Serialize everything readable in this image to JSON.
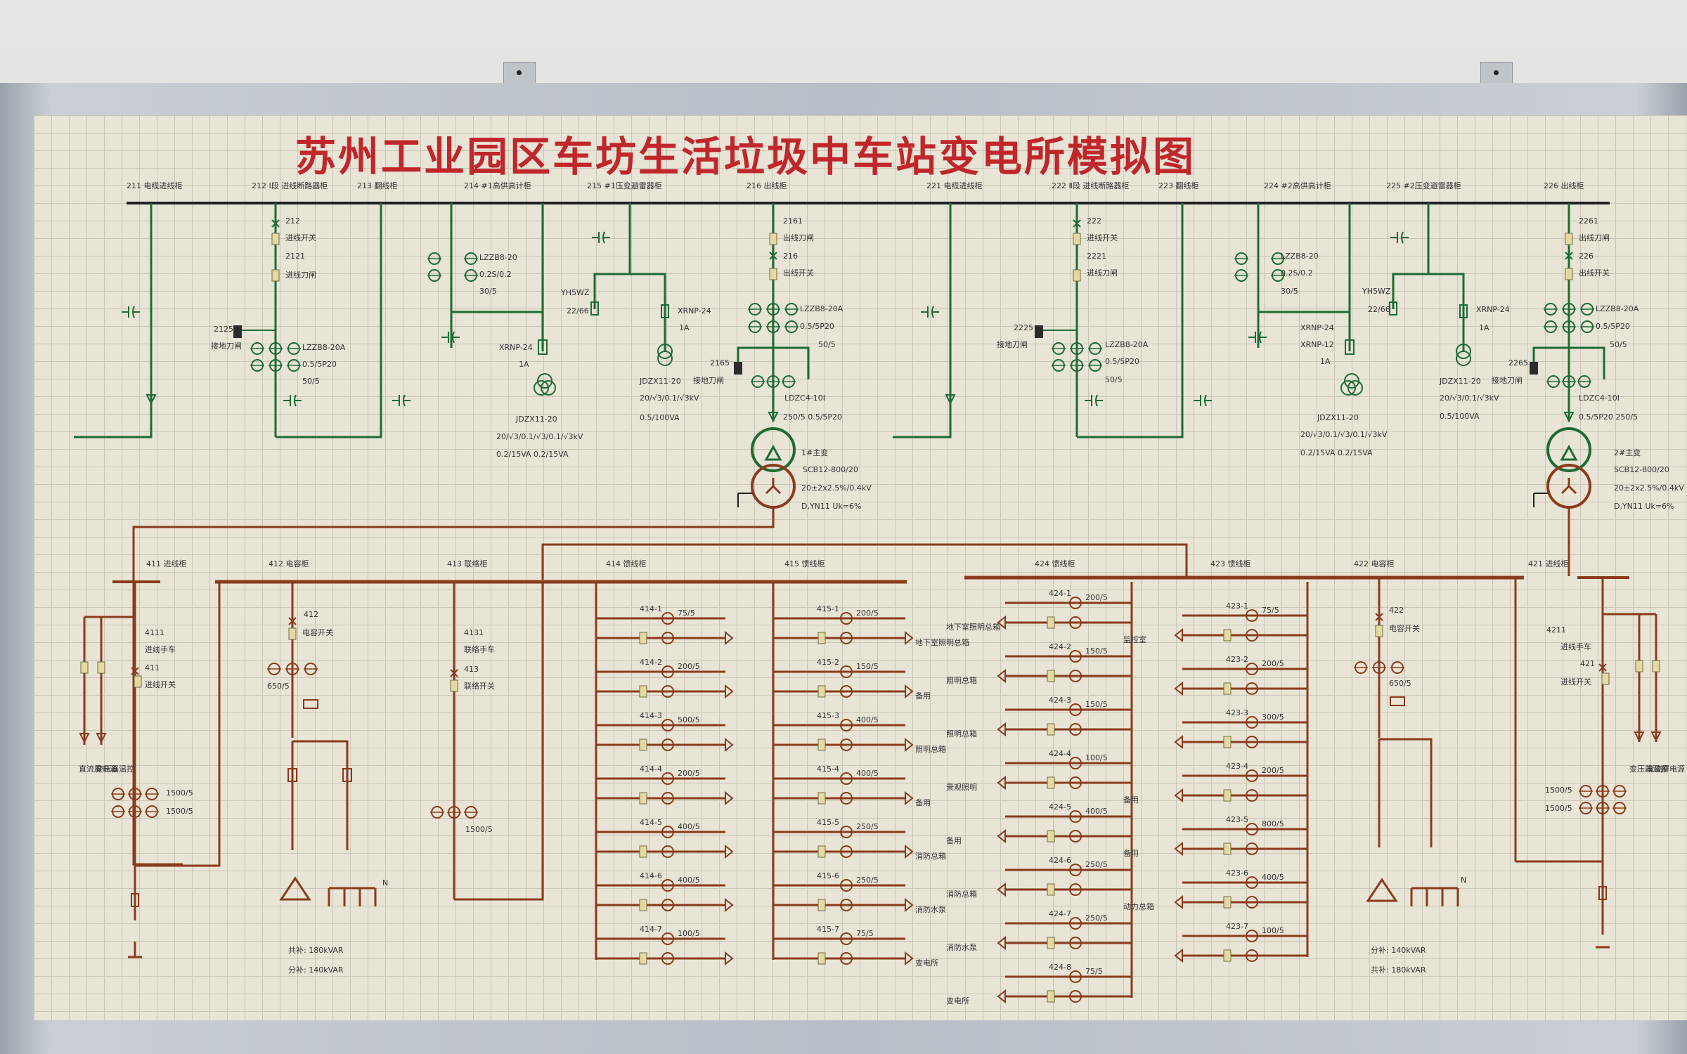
{
  "title": "苏州工业园区车坊生活垃圾中车站变电所模拟图",
  "colors": {
    "green": "#1d6b34",
    "brown": "#8a3b1c",
    "busbar": "#222222",
    "title": "#c0262a"
  },
  "hv_panels": [
    {
      "id": "p211",
      "label": "211 电缆进线柜"
    },
    {
      "id": "p212",
      "label": "212 Ⅰ段 进线断路器柜"
    },
    {
      "id": "p213",
      "label": "213 翻线柜"
    },
    {
      "id": "p214",
      "label": "214 #1高供高计柜"
    },
    {
      "id": "p215",
      "label": "215 #1压变避雷器柜"
    },
    {
      "id": "p216",
      "label": "216 出线柜"
    },
    {
      "id": "p221",
      "label": "221 电缆进线柜"
    },
    {
      "id": "p222",
      "label": "222 Ⅱ段 进线断路器柜"
    },
    {
      "id": "p223",
      "label": "223 翻线柜"
    },
    {
      "id": "p224",
      "label": "224 #2高供高计柜"
    },
    {
      "id": "p225",
      "label": "225 #2压变避雷器柜"
    },
    {
      "id": "p226",
      "label": "226 出线柜"
    }
  ],
  "hv_texts": [
    {
      "id": "t212a",
      "text": "212"
    },
    {
      "id": "t212b",
      "text": "进线开关"
    },
    {
      "id": "t2121a",
      "text": "2121"
    },
    {
      "id": "t2121b",
      "text": "进线刀闸"
    },
    {
      "id": "t2125",
      "text": "2125"
    },
    {
      "id": "t2125b",
      "text": "接地刀闸"
    },
    {
      "id": "tlz1",
      "text": "LZZB8-20A"
    },
    {
      "id": "tlz1b",
      "text": "0.5/5P20"
    },
    {
      "id": "tlz1c",
      "text": "50/5"
    },
    {
      "id": "tlz2",
      "text": "LZZB8-20"
    },
    {
      "id": "tlz2b",
      "text": "0.2S/0.2"
    },
    {
      "id": "tlz2c",
      "text": "30/5"
    },
    {
      "id": "txr1",
      "text": "XRNP-24"
    },
    {
      "id": "txr1b",
      "text": "1A"
    },
    {
      "id": "tjd1",
      "text": "JDZX11-20"
    },
    {
      "id": "tjd1b",
      "text": "20/√3/0.1/√3/0.1/√3kV"
    },
    {
      "id": "tjd1c",
      "text": "0.2/15VA  0.2/15VA"
    },
    {
      "id": "tyh1",
      "text": "YH5WZ"
    },
    {
      "id": "tyh1b",
      "text": "22/66"
    },
    {
      "id": "txr2",
      "text": "XRNP-24"
    },
    {
      "id": "txr2b",
      "text": "1A"
    },
    {
      "id": "tjd2",
      "text": "JDZX11-20"
    },
    {
      "id": "tjd2b",
      "text": "20/√3/0.1/√3kV"
    },
    {
      "id": "tjd2c",
      "text": "0.5/100VA"
    },
    {
      "id": "t2161",
      "text": "2161"
    },
    {
      "id": "t2161b",
      "text": "出线刀闸"
    },
    {
      "id": "t216",
      "text": "216"
    },
    {
      "id": "t216b",
      "text": "出线开关"
    },
    {
      "id": "tlz3",
      "text": "LZZB8-20A"
    },
    {
      "id": "tlz3b",
      "text": "0.5/5P20"
    },
    {
      "id": "tlz3c",
      "text": "50/5"
    },
    {
      "id": "t2165",
      "text": "2165"
    },
    {
      "id": "t2165b",
      "text": "接地刀闸"
    },
    {
      "id": "tld1",
      "text": "LDZC4-10Ⅰ"
    },
    {
      "id": "tld1b",
      "text": "250/5  0.5/5P20"
    },
    {
      "id": "ttr1",
      "text": "1#主变"
    },
    {
      "id": "ttr1b",
      "text": "SCB12-800/20"
    },
    {
      "id": "ttr1c",
      "text": "20±2x2.5%/0.4kV"
    },
    {
      "id": "ttr1d",
      "text": "D,YN11      Uk=6%"
    },
    {
      "id": "t222",
      "text": "222"
    },
    {
      "id": "t222b",
      "text": "进线开关"
    },
    {
      "id": "t2221",
      "text": "2221"
    },
    {
      "id": "t2221b",
      "text": "进线刀闸"
    },
    {
      "id": "t2225",
      "text": "2225"
    },
    {
      "id": "t2225b",
      "text": "接地刀闸"
    },
    {
      "id": "tlz4",
      "text": "LZZB8-20A"
    },
    {
      "id": "tlz4b",
      "text": "0.5/5P20"
    },
    {
      "id": "tlz4c",
      "text": "50/5"
    },
    {
      "id": "tlz5",
      "text": "LZZB8-20"
    },
    {
      "id": "tlz5b",
      "text": "0.2S/0.2"
    },
    {
      "id": "tlz5c",
      "text": "30/5"
    },
    {
      "id": "txr3",
      "text": "XRNP-24"
    },
    {
      "id": "txr3b",
      "text": "XRNP-12"
    },
    {
      "id": "txr3c",
      "text": "1A"
    },
    {
      "id": "tjd3",
      "text": "JDZX11-20"
    },
    {
      "id": "tjd3b",
      "text": "20/√3/0.1/√3/0.1/√3kV"
    },
    {
      "id": "tjd3c",
      "text": "0.2/15VA  0.2/15VA"
    },
    {
      "id": "tyh2",
      "text": "YH5WZ"
    },
    {
      "id": "tyh2b",
      "text": "22/66"
    },
    {
      "id": "txr4",
      "text": "XRNP-24"
    },
    {
      "id": "txr4b",
      "text": "1A"
    },
    {
      "id": "tjd4",
      "text": "JDZX11-20"
    },
    {
      "id": "tjd4b",
      "text": "20/√3/0.1/√3kV"
    },
    {
      "id": "tjd4c",
      "text": "0.5/100VA"
    },
    {
      "id": "t2261",
      "text": "2261"
    },
    {
      "id": "t2261b",
      "text": "出线刀闸"
    },
    {
      "id": "t226",
      "text": "226"
    },
    {
      "id": "t226b",
      "text": "出线开关"
    },
    {
      "id": "tlz6",
      "text": "LZZB8-20A"
    },
    {
      "id": "tlz6b",
      "text": "0.5/5P20"
    },
    {
      "id": "tlz6c",
      "text": "50/5"
    },
    {
      "id": "t2265",
      "text": "2265"
    },
    {
      "id": "t2265b",
      "text": "接地刀闸"
    },
    {
      "id": "tld2",
      "text": "LDZC4-10Ⅰ"
    },
    {
      "id": "tld2b",
      "text": "0.5/5P20  250/5"
    },
    {
      "id": "ttr2",
      "text": "2#主变"
    },
    {
      "id": "ttr2b",
      "text": "SCB12-800/20"
    },
    {
      "id": "ttr2c",
      "text": "20±2x2.5%/0.4kV"
    },
    {
      "id": "ttr2d",
      "text": "D,YN11      Uk=6%"
    }
  ],
  "lv_panels": [
    {
      "id": "p411",
      "label": "411 进线柜"
    },
    {
      "id": "p412",
      "label": "412 电容柜"
    },
    {
      "id": "p413",
      "label": "413 联络柜"
    },
    {
      "id": "p414",
      "label": "414 馈线柜"
    },
    {
      "id": "p415",
      "label": "415 馈线柜"
    },
    {
      "id": "p424",
      "label": "424 馈线柜"
    },
    {
      "id": "p423",
      "label": "423 馈线柜"
    },
    {
      "id": "p422",
      "label": "422 电容柜"
    },
    {
      "id": "p421",
      "label": "421 进线柜"
    }
  ],
  "lv_texts": [
    {
      "id": "l4111",
      "text": "4111"
    },
    {
      "id": "l4111b",
      "text": "进线手车"
    },
    {
      "id": "l411",
      "text": "411"
    },
    {
      "id": "l411b",
      "text": "进线开关"
    },
    {
      "id": "l411c",
      "text": "直流屏电源"
    },
    {
      "id": "l411d",
      "text": "变压器温控"
    },
    {
      "id": "l411e",
      "text": "1500/5"
    },
    {
      "id": "l411f",
      "text": "1500/5"
    },
    {
      "id": "l412",
      "text": "412"
    },
    {
      "id": "l412b",
      "text": "电容开关"
    },
    {
      "id": "l412c",
      "text": "650/5"
    },
    {
      "id": "l412d",
      "text": "N"
    },
    {
      "id": "l412e",
      "text": "共补: 180kVAR"
    },
    {
      "id": "l412f",
      "text": "分补: 140kVAR"
    },
    {
      "id": "l4131",
      "text": "4131"
    },
    {
      "id": "l4131b",
      "text": "联络手车"
    },
    {
      "id": "l413",
      "text": "413"
    },
    {
      "id": "l413b",
      "text": "联络开关"
    },
    {
      "id": "l413c",
      "text": "1500/5"
    },
    {
      "id": "l4221",
      "text": "422"
    },
    {
      "id": "l4221b",
      "text": "电容开关"
    },
    {
      "id": "l4221c",
      "text": "650/5"
    },
    {
      "id": "l422d",
      "text": "N"
    },
    {
      "id": "l422e",
      "text": "分补: 140kVAR"
    },
    {
      "id": "l422f",
      "text": "共补: 180kVAR"
    },
    {
      "id": "l4211",
      "text": "4211"
    },
    {
      "id": "l4211b",
      "text": "进线手车"
    },
    {
      "id": "l421",
      "text": "421"
    },
    {
      "id": "l421b",
      "text": "进线开关"
    },
    {
      "id": "l421c",
      "text": "1500/5"
    },
    {
      "id": "l421d",
      "text": "1500/5"
    },
    {
      "id": "l421e",
      "text": "变压器温控"
    },
    {
      "id": "l421f",
      "text": "直流屏电源"
    }
  ],
  "feeders_414": [
    {
      "id": "414-1",
      "ct": "75/5",
      "load": ""
    },
    {
      "id": "414-2",
      "ct": "200/5",
      "load": ""
    },
    {
      "id": "414-3",
      "ct": "500/5",
      "load": ""
    },
    {
      "id": "414-4",
      "ct": "200/5",
      "load": ""
    },
    {
      "id": "414-5",
      "ct": "400/5",
      "load": ""
    },
    {
      "id": "414-6",
      "ct": "400/5",
      "load": ""
    },
    {
      "id": "414-7",
      "ct": "100/5",
      "load": ""
    }
  ],
  "feeders_415": [
    {
      "id": "415-1",
      "ct": "200/5",
      "load": "地下室照明总箱"
    },
    {
      "id": "415-2",
      "ct": "150/5",
      "load": "备用"
    },
    {
      "id": "415-3",
      "ct": "400/5",
      "load": "照明总箱"
    },
    {
      "id": "415-4",
      "ct": "400/5",
      "load": "备用"
    },
    {
      "id": "415-5",
      "ct": "250/5",
      "load": "消防总箱"
    },
    {
      "id": "415-6",
      "ct": "250/5",
      "load": "消防水泵"
    },
    {
      "id": "415-7",
      "ct": "75/5",
      "load": "变电所"
    }
  ],
  "feeders_424": [
    {
      "id": "424-1",
      "ct": "200/5",
      "load": "地下室照明总箱"
    },
    {
      "id": "424-2",
      "ct": "150/5",
      "load": "照明总箱"
    },
    {
      "id": "424-3",
      "ct": "150/5",
      "load": "照明总箱"
    },
    {
      "id": "424-4",
      "ct": "100/5",
      "load": "景观照明"
    },
    {
      "id": "424-5",
      "ct": "400/5",
      "load": "备用"
    },
    {
      "id": "424-6",
      "ct": "250/5",
      "load": "消防总箱"
    },
    {
      "id": "424-7",
      "ct": "250/5",
      "load": "消防水泵"
    },
    {
      "id": "424-8",
      "ct": "75/5",
      "load": "变电所"
    }
  ],
  "feeders_423": [
    {
      "id": "423-1",
      "ct": "75/5",
      "load": "监控室"
    },
    {
      "id": "423-2",
      "ct": "200/5",
      "load": ""
    },
    {
      "id": "423-3",
      "ct": "300/5",
      "load": ""
    },
    {
      "id": "423-4",
      "ct": "200/5",
      "load": "备用"
    },
    {
      "id": "423-5",
      "ct": "800/5",
      "load": "备用"
    },
    {
      "id": "423-6",
      "ct": "400/5",
      "load": "动力总箱"
    },
    {
      "id": "423-7",
      "ct": "100/5",
      "load": ""
    }
  ]
}
